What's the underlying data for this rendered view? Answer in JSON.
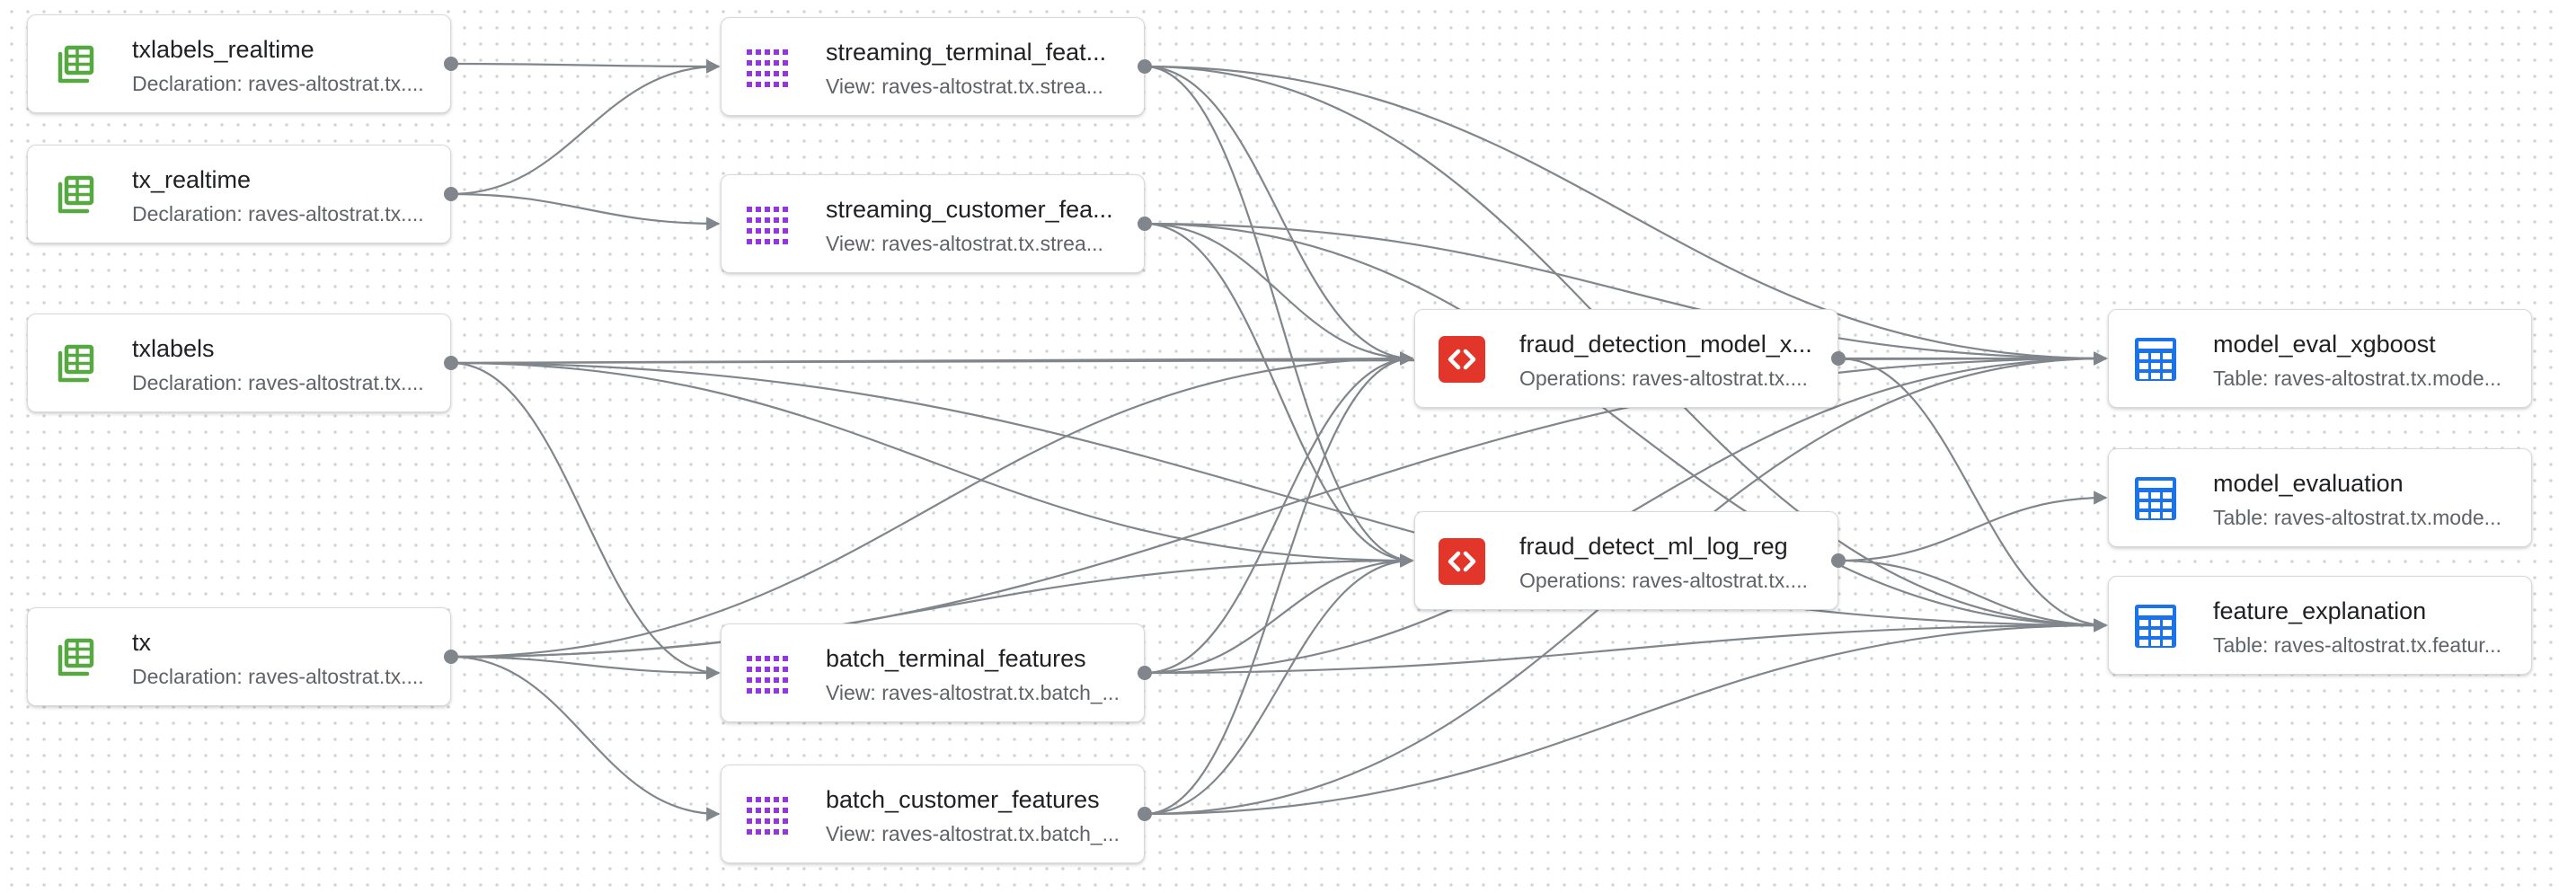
{
  "colors": {
    "declaration": "#56a840",
    "view": "#9334e6",
    "operations": "#e3362b",
    "table": "#1a73e8",
    "edge": "#80868b"
  },
  "nodes": [
    {
      "id": "txlabels_realtime",
      "type": "declaration",
      "icon": "declaration-table-icon",
      "title": "txlabels_realtime",
      "subtitle": "Declaration: raves-altostrat.tx...."
    },
    {
      "id": "tx_realtime",
      "type": "declaration",
      "icon": "declaration-table-icon",
      "title": "tx_realtime",
      "subtitle": "Declaration: raves-altostrat.tx...."
    },
    {
      "id": "txlabels",
      "type": "declaration",
      "icon": "declaration-table-icon",
      "title": "txlabels",
      "subtitle": "Declaration: raves-altostrat.tx...."
    },
    {
      "id": "tx",
      "type": "declaration",
      "icon": "declaration-table-icon",
      "title": "tx",
      "subtitle": "Declaration: raves-altostrat.tx...."
    },
    {
      "id": "streaming_terminal_features",
      "type": "view",
      "icon": "view-grid-icon",
      "title": "streaming_terminal_feat...",
      "subtitle": "View: raves-altostrat.tx.strea..."
    },
    {
      "id": "streaming_customer_features",
      "type": "view",
      "icon": "view-grid-icon",
      "title": "streaming_customer_fea...",
      "subtitle": "View: raves-altostrat.tx.strea..."
    },
    {
      "id": "batch_terminal_features",
      "type": "view",
      "icon": "view-grid-icon",
      "title": "batch_terminal_features",
      "subtitle": "View: raves-altostrat.tx.batch_..."
    },
    {
      "id": "batch_customer_features",
      "type": "view",
      "icon": "view-grid-icon",
      "title": "batch_customer_features",
      "subtitle": "View: raves-altostrat.tx.batch_..."
    },
    {
      "id": "fraud_detection_model_xgboost",
      "type": "operations",
      "icon": "code-brackets-icon",
      "title": "fraud_detection_model_x...",
      "subtitle": "Operations: raves-altostrat.tx...."
    },
    {
      "id": "fraud_detect_ml_log_reg",
      "type": "operations",
      "icon": "code-brackets-icon",
      "title": "fraud_detect_ml_log_reg",
      "subtitle": "Operations: raves-altostrat.tx...."
    },
    {
      "id": "model_eval_xgboost",
      "type": "table",
      "icon": "table-grid-icon",
      "title": "model_eval_xgboost",
      "subtitle": "Table: raves-altostrat.tx.mode..."
    },
    {
      "id": "model_evaluation",
      "type": "table",
      "icon": "table-grid-icon",
      "title": "model_evaluation",
      "subtitle": "Table: raves-altostrat.tx.mode..."
    },
    {
      "id": "feature_explanation",
      "type": "table",
      "icon": "table-grid-icon",
      "title": "feature_explanation",
      "subtitle": "Table: raves-altostrat.tx.featur..."
    }
  ],
  "edges": [
    [
      "txlabels_realtime",
      "streaming_terminal_features"
    ],
    [
      "tx_realtime",
      "streaming_terminal_features"
    ],
    [
      "tx_realtime",
      "streaming_customer_features"
    ],
    [
      "txlabels",
      "fraud_detection_model_xgboost"
    ],
    [
      "txlabels",
      "fraud_detect_ml_log_reg"
    ],
    [
      "txlabels",
      "batch_terminal_features"
    ],
    [
      "txlabels",
      "model_eval_xgboost"
    ],
    [
      "txlabels",
      "feature_explanation"
    ],
    [
      "tx",
      "batch_terminal_features"
    ],
    [
      "tx",
      "batch_customer_features"
    ],
    [
      "tx",
      "fraud_detection_model_xgboost"
    ],
    [
      "tx",
      "fraud_detect_ml_log_reg"
    ],
    [
      "tx",
      "model_eval_xgboost"
    ],
    [
      "streaming_terminal_features",
      "fraud_detection_model_xgboost"
    ],
    [
      "streaming_terminal_features",
      "fraud_detect_ml_log_reg"
    ],
    [
      "streaming_terminal_features",
      "model_eval_xgboost"
    ],
    [
      "streaming_terminal_features",
      "feature_explanation"
    ],
    [
      "streaming_customer_features",
      "fraud_detection_model_xgboost"
    ],
    [
      "streaming_customer_features",
      "fraud_detect_ml_log_reg"
    ],
    [
      "streaming_customer_features",
      "model_eval_xgboost"
    ],
    [
      "streaming_customer_features",
      "feature_explanation"
    ],
    [
      "batch_terminal_features",
      "fraud_detection_model_xgboost"
    ],
    [
      "batch_terminal_features",
      "fraud_detect_ml_log_reg"
    ],
    [
      "batch_terminal_features",
      "model_eval_xgboost"
    ],
    [
      "batch_terminal_features",
      "feature_explanation"
    ],
    [
      "batch_customer_features",
      "fraud_detection_model_xgboost"
    ],
    [
      "batch_customer_features",
      "fraud_detect_ml_log_reg"
    ],
    [
      "batch_customer_features",
      "model_eval_xgboost"
    ],
    [
      "batch_customer_features",
      "feature_explanation"
    ],
    [
      "fraud_detection_model_xgboost",
      "model_eval_xgboost"
    ],
    [
      "fraud_detection_model_xgboost",
      "feature_explanation"
    ],
    [
      "fraud_detect_ml_log_reg",
      "model_evaluation"
    ],
    [
      "fraud_detect_ml_log_reg",
      "feature_explanation"
    ]
  ]
}
